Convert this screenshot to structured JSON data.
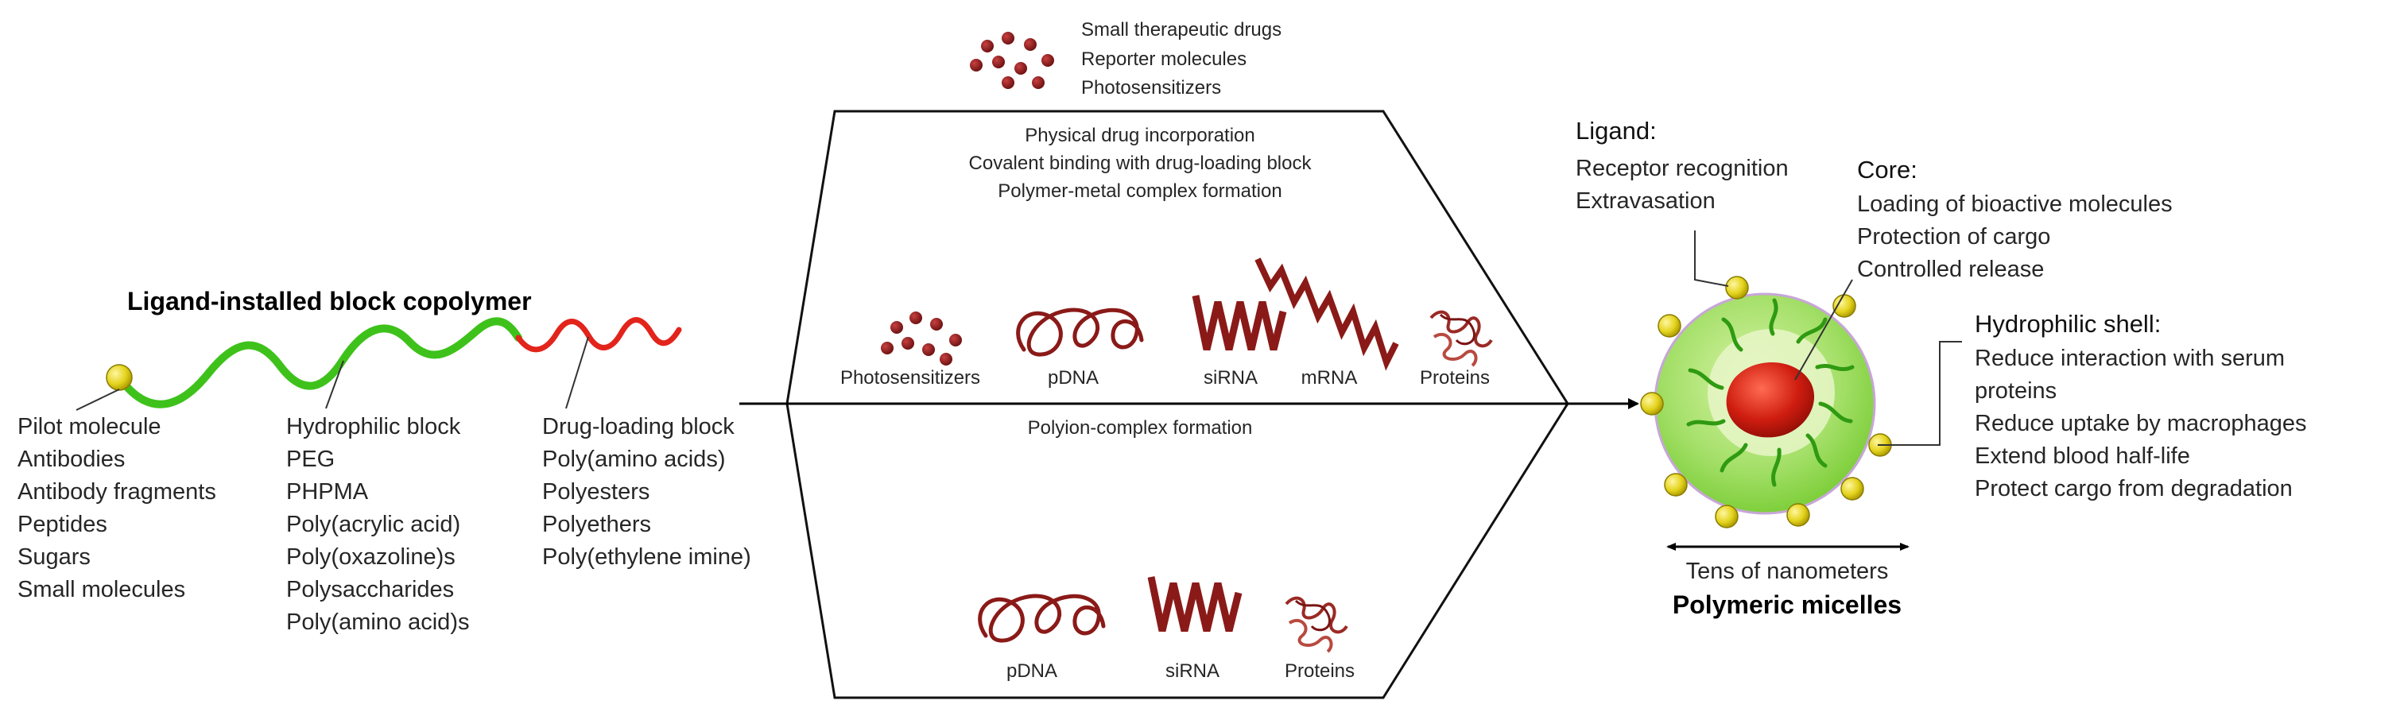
{
  "colors": {
    "hydrophilic_block": "#3ec21b",
    "drug_loading_block": "#e2241b",
    "pilot_bead": "#e3d31c",
    "micelle_shell": "#a5e06a",
    "micelle_core": "#cf1d10",
    "nucleic_acid": "#8a1a18",
    "drug_dot": "#7a1515"
  },
  "copolymer": {
    "title": "Ligand-installed block copolymer",
    "pilot": {
      "heading": "Pilot molecule",
      "items": [
        "Antibodies",
        "Antibody fragments",
        "Peptides",
        "Sugars",
        "Small molecules"
      ]
    },
    "hydrophilic": {
      "heading": "Hydrophilic block",
      "items": [
        "PEG",
        "PHPMA",
        "Poly(acrylic acid)",
        "Poly(oxazoline)s",
        "Polysaccharides",
        "Poly(amino acid)s"
      ]
    },
    "drug_loading": {
      "heading": "Drug-loading block",
      "items": [
        "Poly(amino acids)",
        "Polyesters",
        "Polyethers",
        "Poly(ethylene imine)"
      ]
    }
  },
  "cargo_top": {
    "lines": [
      "Small therapeutic drugs",
      "Reporter molecules",
      "Photosensitizers"
    ]
  },
  "upper_panel": {
    "lines": [
      "Physical drug incorporation",
      "Covalent binding with drug-loading block",
      "Polymer-metal complex formation"
    ],
    "items": [
      "Photosensitizers",
      "pDNA",
      "siRNA",
      "mRNA",
      "Proteins"
    ]
  },
  "lower_panel": {
    "label": "Polyion-complex formation",
    "items": [
      "pDNA",
      "siRNA",
      "Proteins"
    ]
  },
  "micelle": {
    "title": "Polymeric micelles",
    "size_label": "Tens of nanometers",
    "ligand": {
      "heading": "Ligand:",
      "items": [
        "Receptor recognition",
        "Extravasation"
      ]
    },
    "core": {
      "heading": "Core:",
      "items": [
        "Loading of bioactive molecules",
        "Protection of cargo",
        "Controlled release"
      ]
    },
    "shell": {
      "heading": "Hydrophilic shell:",
      "items": [
        "Reduce interaction with serum proteins",
        "Reduce uptake by macrophages",
        "Extend blood half-life",
        "Protect cargo from degradation"
      ]
    }
  }
}
